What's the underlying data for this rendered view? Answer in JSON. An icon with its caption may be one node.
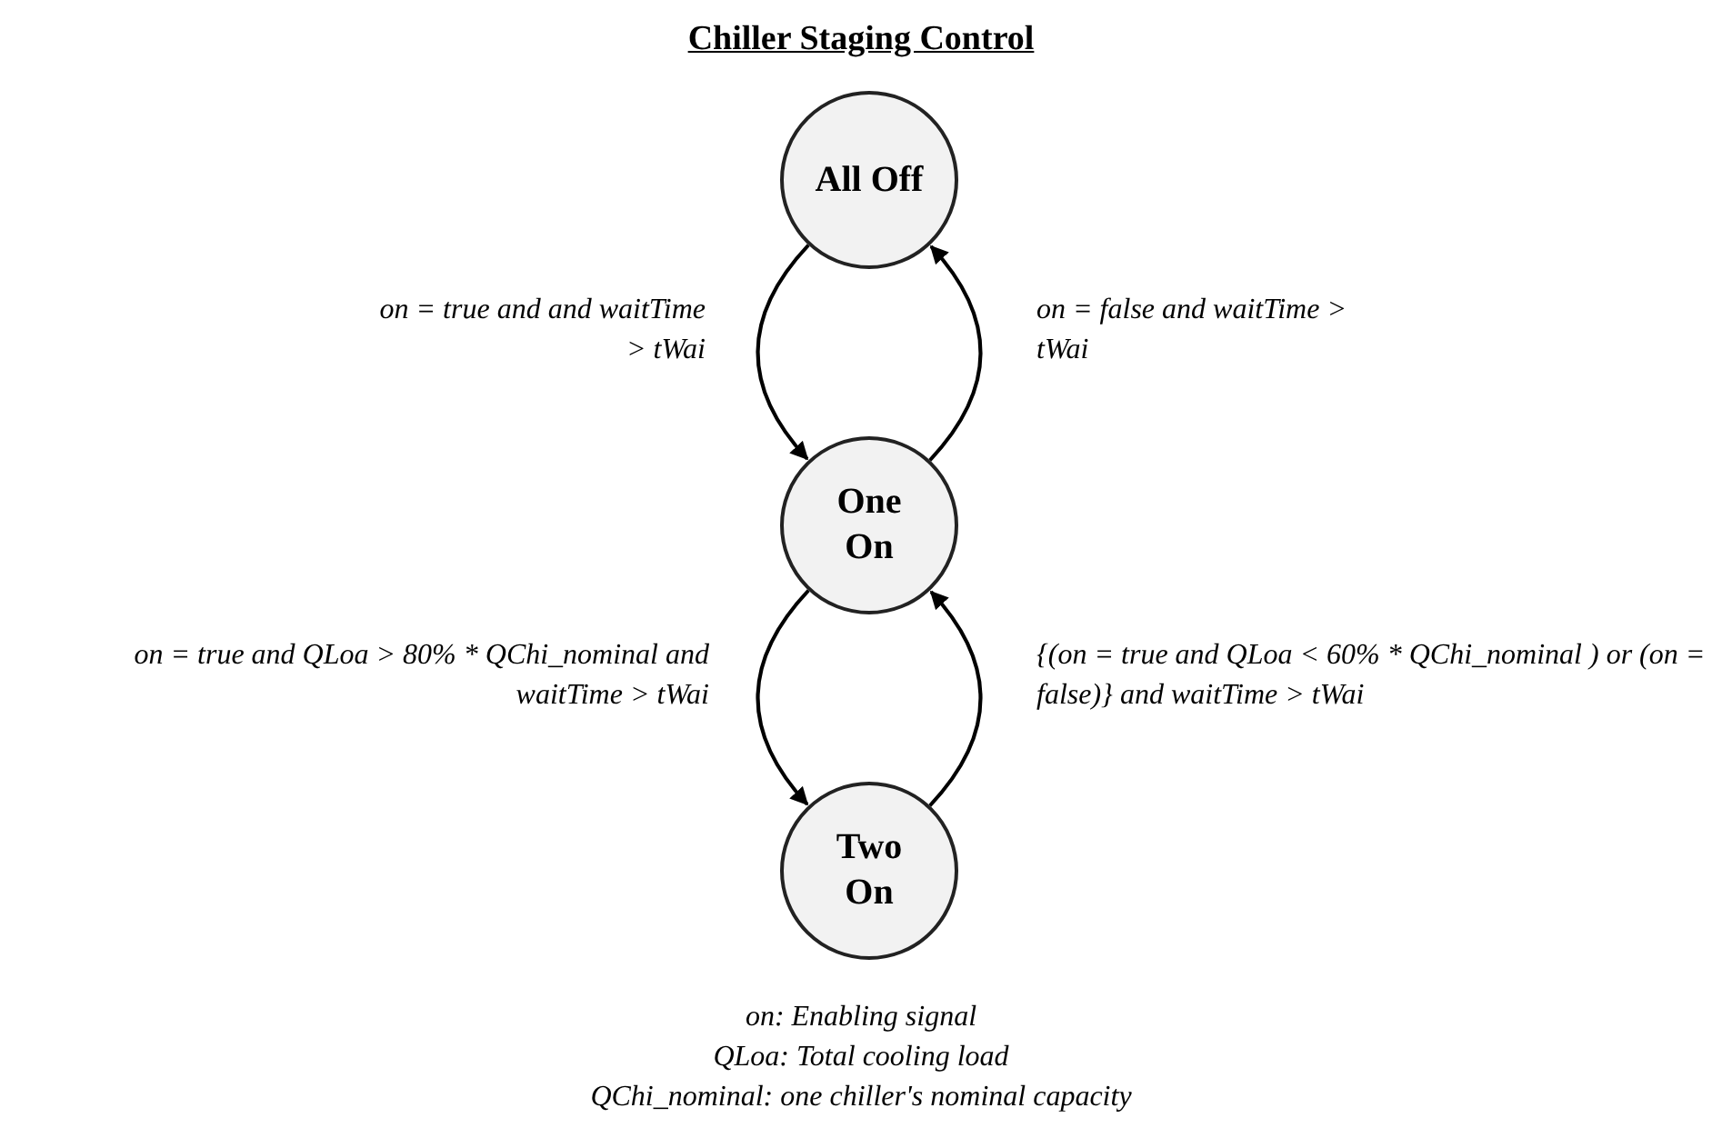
{
  "diagram": {
    "title": "Chiller Staging Control",
    "nodes": [
      {
        "text": [
          "All Off"
        ]
      },
      {
        "text": [
          "One On"
        ]
      },
      {
        "text": [
          "Two On"
        ]
      }
    ],
    "edges": [
      {
        "from": 0,
        "to": 1,
        "arrow": "to",
        "label": "on = true and and waitTime > tWai"
      },
      {
        "from": 1,
        "to": 0,
        "arrow": "to",
        "label": "on = false and waitTime > tWai"
      },
      {
        "from": 1,
        "to": 2,
        "arrow": "to",
        "label": "on = true and QLoa > 80% * QChi_nominal and waitTime > tWai"
      },
      {
        "from": 2,
        "to": 1,
        "arrow": "to",
        "label": "{(on = true and QLoa < 60% * QChi_nominal ) or (on = false)} and waitTime > tWai"
      }
    ],
    "labels": [
      "on: Enabling signal",
      "QLoa: Total cooling load",
      "QChi_nominal: one chiller's nominal capacity"
    ]
  }
}
